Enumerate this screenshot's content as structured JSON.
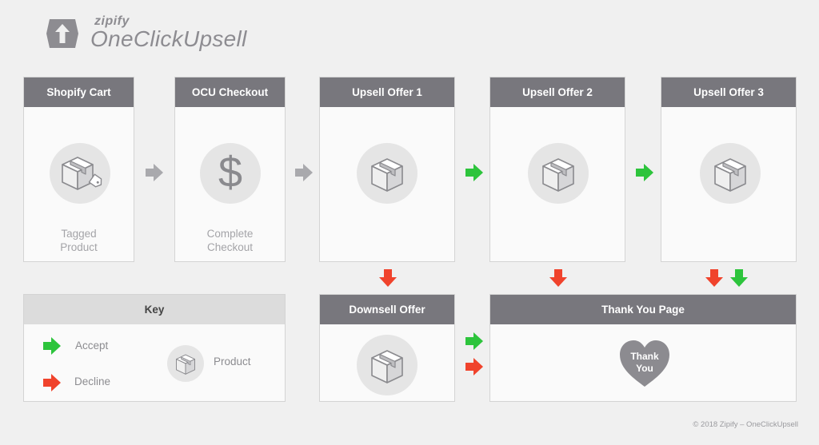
{
  "brand": {
    "small": "zipify",
    "name": "OneClickUpsell"
  },
  "steps": {
    "cart": {
      "title": "Shopify Cart",
      "caption_line1": "Tagged",
      "caption_line2": "Product"
    },
    "checkout": {
      "title": "OCU Checkout",
      "caption_line1": "Complete",
      "caption_line2": "Checkout"
    },
    "upsell1": {
      "title": "Upsell Offer 1"
    },
    "upsell2": {
      "title": "Upsell Offer 2"
    },
    "upsell3": {
      "title": "Upsell Offer 3"
    },
    "downsell": {
      "title": "Downsell Offer"
    },
    "thankyou": {
      "title": "Thank You Page",
      "heart_line1": "Thank",
      "heart_line2": "You"
    }
  },
  "key": {
    "title": "Key",
    "accept": "Accept",
    "decline": "Decline",
    "product": "Product"
  },
  "colors": {
    "accept": "#2dc43c",
    "decline": "#f0432c",
    "neutral_arrow": "#a9a9ad",
    "header": "#78777d",
    "heart": "#8c8b90"
  },
  "icons": {
    "box": "box-icon",
    "tagged_box": "tagged-box-icon",
    "dollar": "dollar-icon",
    "heart": "heart-icon",
    "arrow": "arrow-right-icon"
  },
  "footer": "© 2018 Zipify – OneClickUpsell"
}
